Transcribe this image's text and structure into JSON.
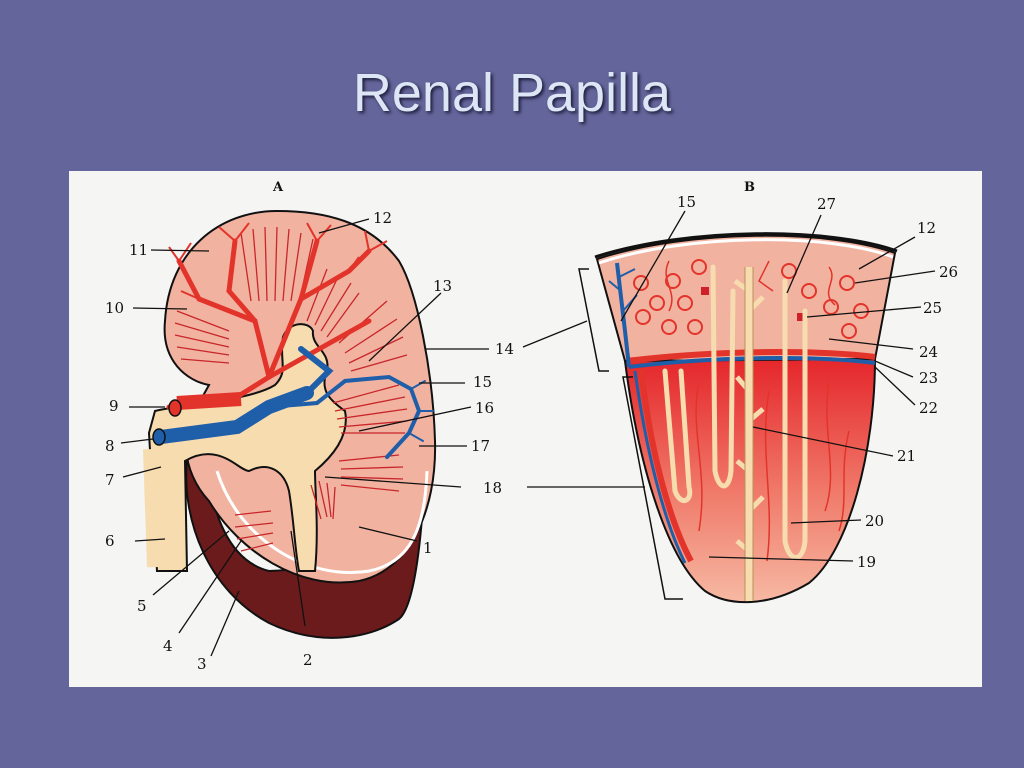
{
  "slide": {
    "title": "Renal Papilla"
  },
  "figure": {
    "panel_a_label": "A",
    "panel_b_label": "B",
    "a_labels": [
      "1",
      "2",
      "3",
      "4",
      "5",
      "6",
      "7",
      "8",
      "9",
      "10",
      "11",
      "12",
      "13",
      "14",
      "15",
      "16",
      "17",
      "18"
    ],
    "b_labels": [
      "15",
      "27",
      "12",
      "26",
      "25",
      "24",
      "23",
      "22",
      "21",
      "20",
      "19"
    ]
  },
  "colors": {
    "background": "#64659a",
    "artery": "#e3342b",
    "vein": "#1f5ea8",
    "tissue": "#f2b2a0",
    "pelvis": "#f7dcb0",
    "capsule": "#6b1b1c"
  }
}
